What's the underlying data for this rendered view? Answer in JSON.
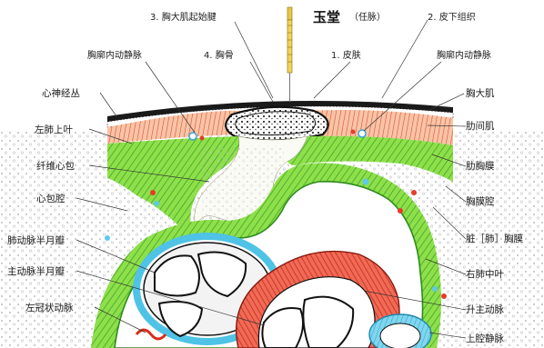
{
  "acupoint": {
    "name": "玉堂",
    "meridian": "（任脉）"
  },
  "labels_top": {
    "pectoralis_origin": "3. 胸大肌起始腱",
    "subcutaneous": "2. 皮下组织",
    "internal_thoracic_vein_left": "胸廓内动静脉",
    "sternum": "4. 胸骨",
    "skin": "1. 皮肤",
    "internal_thoracic_vein_right": "胸廓内动静脉"
  },
  "labels_left": [
    "心神经丛",
    "左肺上叶",
    "纤维心包",
    "心包腔",
    "肺动脉半月瓣",
    "主动脉半月瓣",
    "左冠状动脉"
  ],
  "labels_right": [
    "胸大肌",
    "肋间肌",
    "肋胸膜",
    "胸膜腔",
    "脏［肺］胸膜",
    "右肺中叶",
    "升主动脉",
    "上腔静脉"
  ],
  "colors": {
    "pleura_green": "#8ee04a",
    "pleura_stripe": "#2e8b1e",
    "muscle_red": "#e03a2a",
    "muscle_pink": "#f4b59a",
    "skin_black": "#1a1a1a",
    "cyan": "#5fc9e8",
    "lung_dots": "#c8c8c8"
  }
}
